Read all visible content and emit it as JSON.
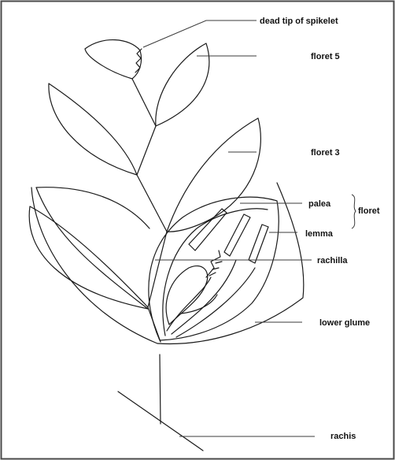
{
  "labels": {
    "dead_tip": "dead tip of spikelet",
    "floret5": "floret 5",
    "floret3": "floret 3",
    "palea": "palea",
    "lemma": "lemma",
    "floret": "floret",
    "rachilla": "rachilla",
    "lower_glume": "lower glume",
    "rachis": "rachis"
  },
  "colors": {
    "stroke": "#1a1a1a",
    "leader": "#3b3b3b",
    "frame": "#4a4a4a"
  }
}
